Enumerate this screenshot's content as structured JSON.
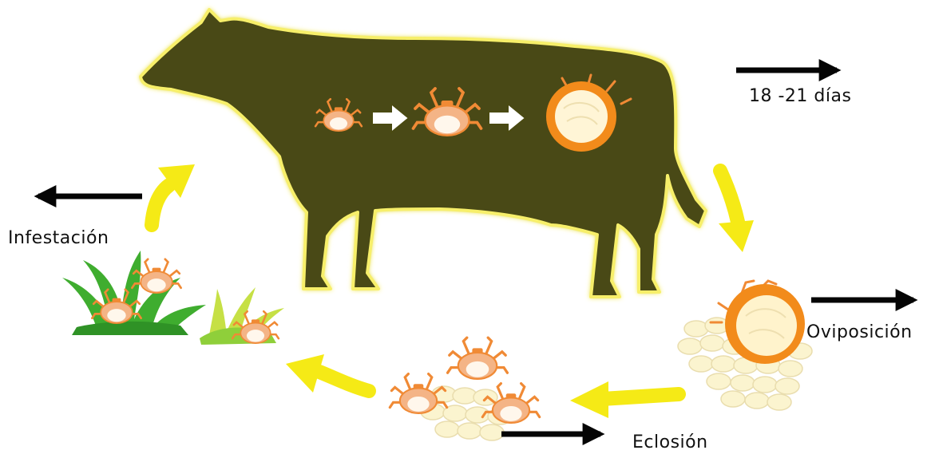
{
  "colors": {
    "cow_body": "#4a4a12",
    "cow_glow": "#f7ef6a",
    "cycle_arrow": "#f5ea16",
    "pointer_arrow": "#050505",
    "tick_body": "#f4b486",
    "tick_legs": "#f08a35",
    "engorged_rim": "#f28b1b",
    "egg": "#fbf4cf",
    "egg_edge": "#e9ddae",
    "grass": "#3fad2f",
    "grass_light": "#c6e045"
  },
  "icons": {
    "cow": "cow-silhouette-icon",
    "tick": "tick-icon",
    "transition": "hollow-arrow-icon",
    "eggs": "egg-cluster-icon",
    "grass": "grass-tuft-icon"
  },
  "labels": {
    "parasitic_duration": "18 -21 días",
    "oviposition": "Oviposición",
    "hatching": "Eclosión",
    "infestation": "Infestación"
  }
}
